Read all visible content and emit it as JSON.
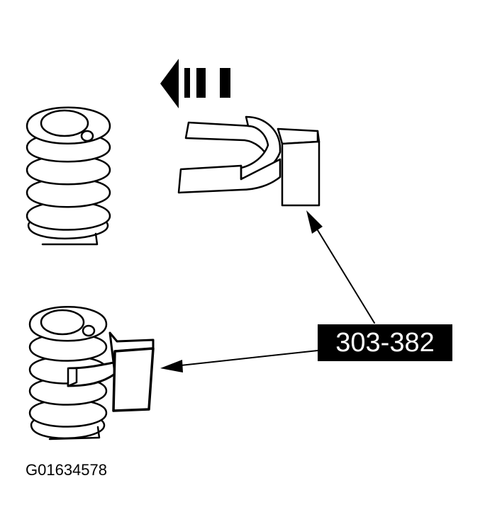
{
  "diagram": {
    "tool_number": "303-382",
    "figure_id": "G01634578",
    "components": [
      {
        "name": "valve-spring-upper",
        "description": "coil spring, uncompressed"
      },
      {
        "name": "spring-compressor-tool",
        "description": "U-shaped spring retainer tool with block"
      },
      {
        "name": "valve-spring-lower",
        "description": "coil spring with tool installed"
      }
    ],
    "direction_arrow": "left",
    "colors": {
      "line": "#000000",
      "background": "#ffffff",
      "label_bg": "#000000",
      "label_text": "#ffffff"
    }
  }
}
